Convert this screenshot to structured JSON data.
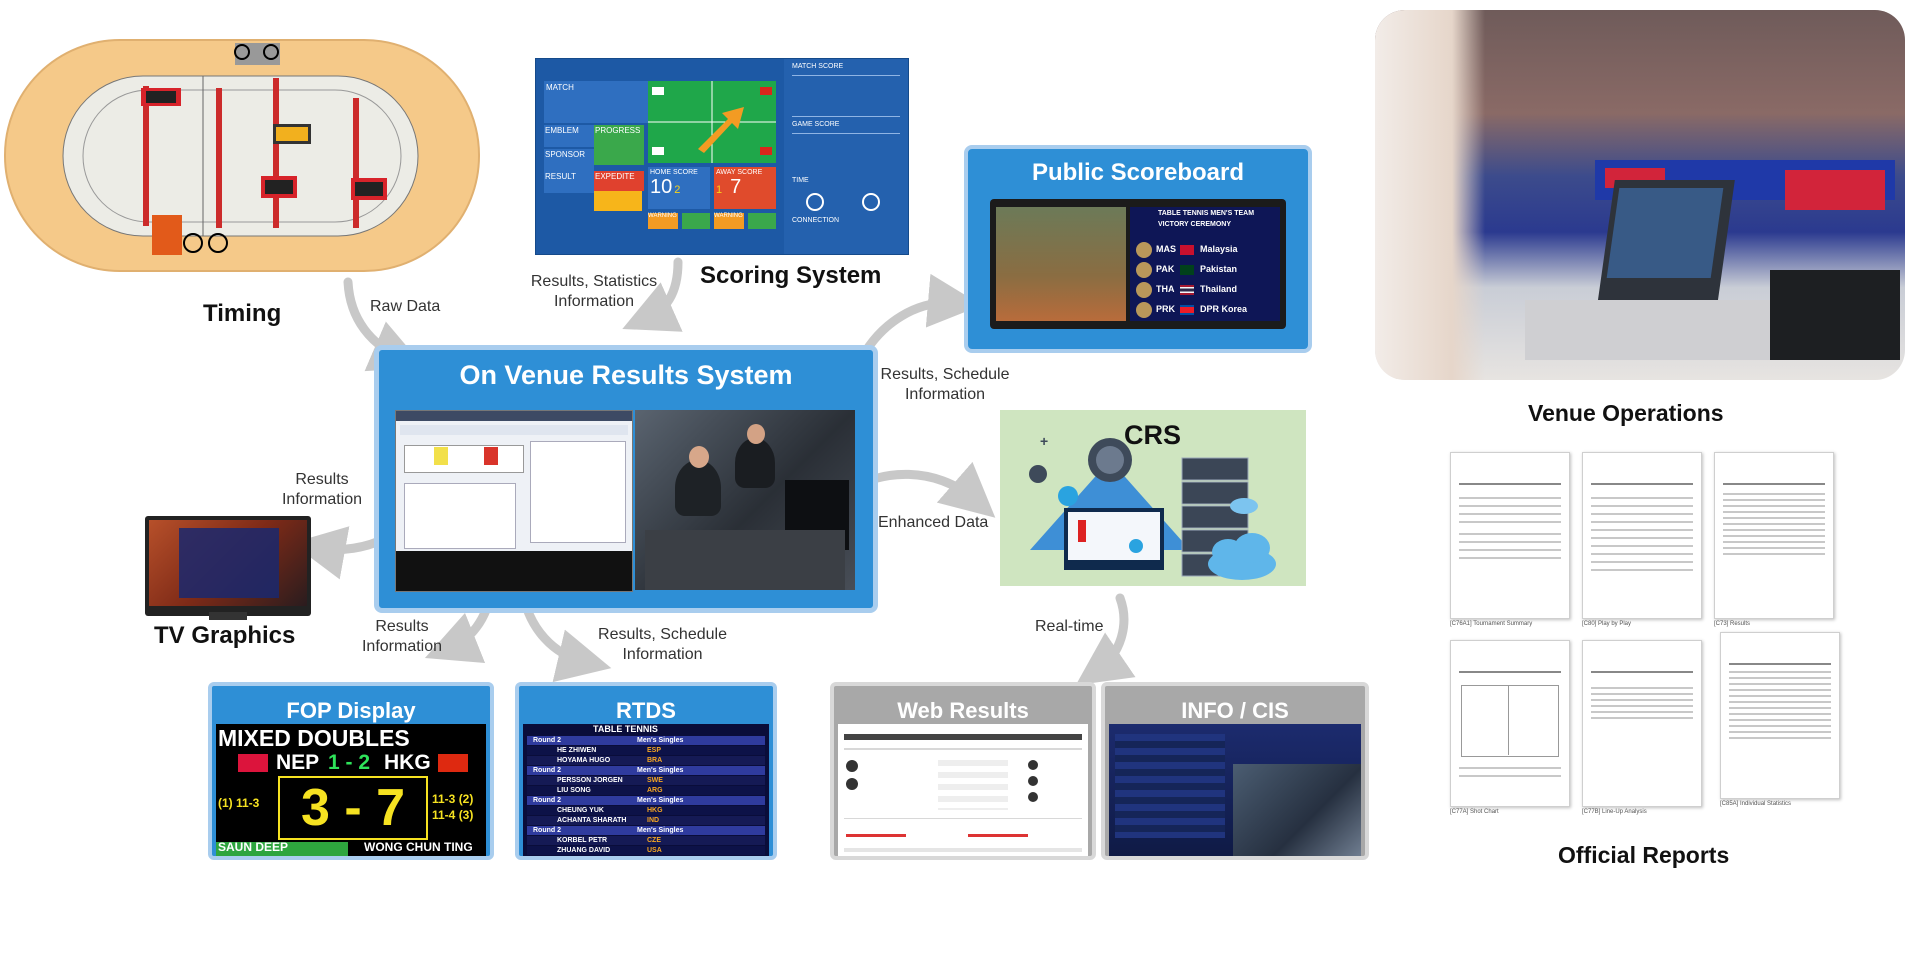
{
  "labels": {
    "timing": "Timing",
    "scoring_system": "Scoring System",
    "tv_graphics": "TV Graphics",
    "venue_operations": "Venue Operations",
    "official_reports": "Official Reports"
  },
  "flows": {
    "raw_data": "Raw Data",
    "results_statistics": [
      "Results, Statistics",
      "Information"
    ],
    "results_schedule_top": [
      "Results, Schedule",
      "Information"
    ],
    "enhanced_data": "Enhanced Data",
    "results_info_left": [
      "Results",
      "Information"
    ],
    "results_info_bottom": [
      "Results",
      "Information"
    ],
    "results_schedule_bottom": [
      "Results, Schedule",
      "Information"
    ],
    "real_time": "Real-time"
  },
  "ovr": {
    "title": "On Venue Results System"
  },
  "public_scoreboard": {
    "title": "Public Scoreboard",
    "event": "TABLE TENNIS MEN'S TEAM",
    "ceremony": "VICTORY CEREMONY",
    "rows": [
      {
        "code": "MAS",
        "country": "Malaysia"
      },
      {
        "code": "PAK",
        "country": "Pakistan"
      },
      {
        "code": "THA",
        "country": "Thailand"
      },
      {
        "code": "PRK",
        "country": "DPR Korea"
      }
    ]
  },
  "crs": {
    "title": "CRS"
  },
  "fop": {
    "title": "FOP Display",
    "event": "MIXED DOUBLES",
    "team_left": "NEP",
    "match_score": "1 - 2",
    "team_right": "HKG",
    "left_set": "(1) 11-3",
    "big_score": "3 - 7",
    "right_set1": "11-3 (2)",
    "right_set2": "11-4 (3)",
    "player_left": "SAUN DEEP",
    "player_right": "WONG CHUN TING"
  },
  "rtds": {
    "title": "RTDS",
    "sport": "TABLE TENNIS",
    "rows": [
      {
        "round": "Round 2",
        "event": "Men's Singles"
      },
      {
        "player": "HE ZHIWEN",
        "noc": "ESP"
      },
      {
        "player": "HOYAMA HUGO",
        "noc": "BRA"
      },
      {
        "round": "Round 2",
        "event": "Men's Singles"
      },
      {
        "player": "PERSSON JORGEN",
        "noc": "SWE"
      },
      {
        "player": "LIU SONG",
        "noc": "ARG"
      },
      {
        "round": "Round 2",
        "event": "Men's Singles"
      },
      {
        "player": "CHEUNG YUK",
        "noc": "HKG"
      },
      {
        "player": "ACHANTA SHARATH",
        "noc": "IND"
      },
      {
        "round": "Round 2",
        "event": "Men's Singles"
      },
      {
        "player": "KORBEL PETR",
        "noc": "CZE"
      },
      {
        "player": "ZHUANG DAVID",
        "noc": "USA"
      }
    ]
  },
  "web_results": {
    "title": "Web Results"
  },
  "info_cis": {
    "title": "INFO / CIS"
  },
  "scoring_ui": {
    "match": "MATCH",
    "emblem": "EMBLEM",
    "progress": "PROGRESS",
    "sponsor": "SPONSOR",
    "result": "RESULT",
    "expedite": "EXPEDITE",
    "home_score_label": "HOME SCORE",
    "away_score_label": "AWAY SCORE",
    "home_score": "10",
    "away_score": "7",
    "home_games": "2",
    "away_games": "1",
    "match_score": "MATCH SCORE",
    "game_score": "GAME SCORE",
    "time": "TIME",
    "connection": "CONNECTION",
    "warning": "WARNING"
  },
  "reports": {
    "captions": [
      "[C76A1] Tournament Summary",
      "[C80] Play by Play",
      "[C73] Results",
      "[C77A] Shot Chart",
      "[C77B] Line-Up Analysis",
      "[C85A] Individual Statistics"
    ]
  },
  "colors": {
    "panel_blue": "#2e8fd6",
    "panel_border": "#a9cdee",
    "crs_green": "#cfe5c0",
    "grey_header": "#a8a8a8",
    "arrow_grey": "#c8c8c8"
  }
}
